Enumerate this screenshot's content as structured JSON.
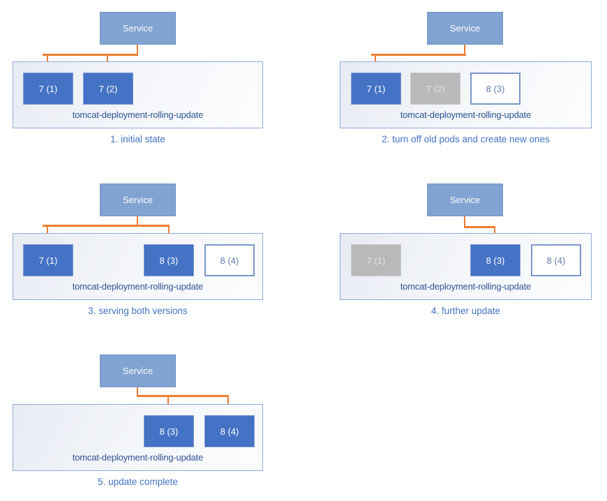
{
  "diagram": {
    "service_label": "Service",
    "deployment_name": "tomcat-deployment-rolling-update",
    "colors": {
      "service_fill": "#80A3D1",
      "pod_active_fill": "#4472C4",
      "pod_terminated_fill": "#B9B9B9",
      "pod_created_border": "#7A96CC",
      "arrow": "#ED7D31",
      "deployment_box_border": "#8EA9DB",
      "deployment_label_text": "#2F5496",
      "caption_text": "#4472C4"
    },
    "panels": [
      {
        "step": 1,
        "caption": "1. initial state",
        "pods": [
          {
            "label": "7 (1)",
            "state": "active",
            "receives_traffic": true
          },
          {
            "label": "7 (2)",
            "state": "active",
            "receives_traffic": true
          }
        ]
      },
      {
        "step": 2,
        "caption": "2. turn off old pods and create new ones",
        "pods": [
          {
            "label": "7 (1)",
            "state": "active",
            "receives_traffic": true
          },
          {
            "label": "7 (2)",
            "state": "terminated",
            "receives_traffic": false
          },
          {
            "label": "8 (3)",
            "state": "created",
            "receives_traffic": false
          }
        ]
      },
      {
        "step": 3,
        "caption": "3. serving both versions",
        "pods": [
          {
            "label": "7 (1)",
            "state": "active",
            "receives_traffic": true
          },
          {
            "label": "8 (3)",
            "state": "active",
            "receives_traffic": true
          },
          {
            "label": "8 (4)",
            "state": "created",
            "receives_traffic": false
          }
        ]
      },
      {
        "step": 4,
        "caption": "4. further update",
        "pods": [
          {
            "label": "7 (1)",
            "state": "terminated",
            "receives_traffic": false
          },
          {
            "label": "8 (3)",
            "state": "active",
            "receives_traffic": true
          },
          {
            "label": "8 (4)",
            "state": "created",
            "receives_traffic": false
          }
        ]
      },
      {
        "step": 5,
        "caption": "5. update complete",
        "pods": [
          {
            "label": "8 (3)",
            "state": "active",
            "receives_traffic": true
          },
          {
            "label": "8 (4)",
            "state": "active",
            "receives_traffic": true
          }
        ]
      }
    ]
  }
}
